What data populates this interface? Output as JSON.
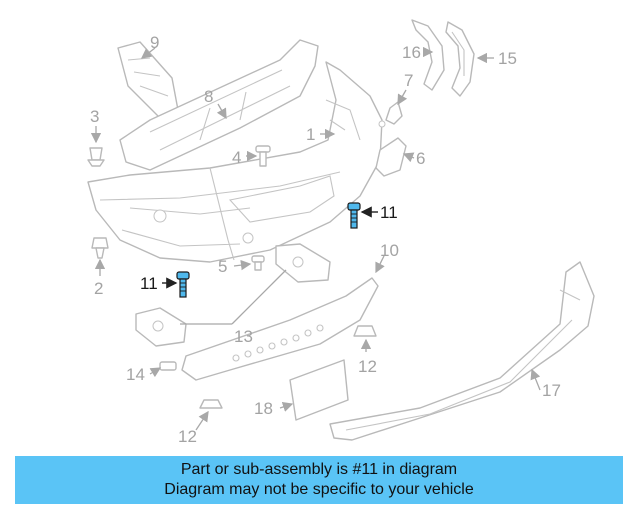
{
  "callouts": {
    "c1": "1",
    "c2": "2",
    "c3": "3",
    "c4": "4",
    "c5": "5",
    "c6": "6",
    "c7": "7",
    "c8": "8",
    "c9": "9",
    "c10": "10",
    "c11a": "11",
    "c11b": "11",
    "c12a": "12",
    "c12b": "12",
    "c13": "13",
    "c14": "14",
    "c15": "15",
    "c16": "16",
    "c17": "17",
    "c18": "18"
  },
  "highlight_part": "11",
  "colors": {
    "highlight": "#4fb8ec",
    "banner": "#5ac4f6",
    "parts": "#b9b9b9"
  },
  "banner": {
    "line1": "Part or sub-assembly is #11 in diagram",
    "line2": "Diagram may not be specific to your vehicle"
  }
}
